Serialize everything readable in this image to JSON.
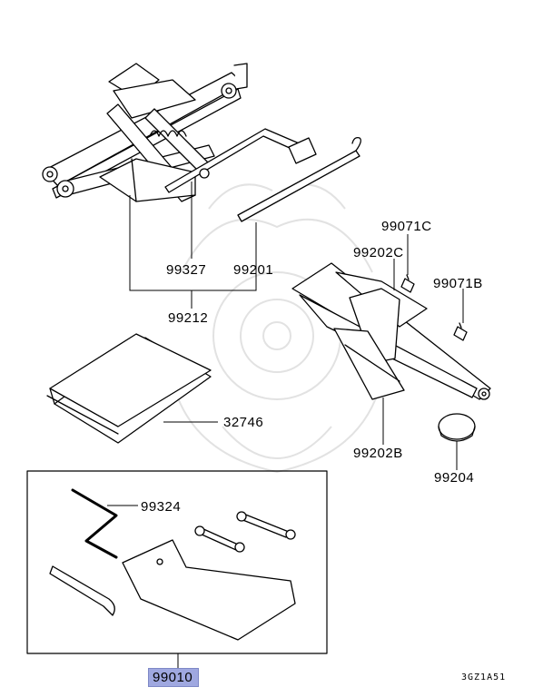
{
  "parts": {
    "p99327": "99327",
    "p99201": "99201",
    "p99212": "99212",
    "p99071C": "99071C",
    "p99202C": "99202C",
    "p99071B": "99071B",
    "p32746": "32746",
    "p99202B": "99202B",
    "p99204": "99204",
    "p99324": "99324",
    "p99010": "99010"
  },
  "drawing_code": "3GZ1A51",
  "colors": {
    "highlight": "#9fa8e0",
    "line": "#000000",
    "watermark": "#dcdcdc"
  }
}
